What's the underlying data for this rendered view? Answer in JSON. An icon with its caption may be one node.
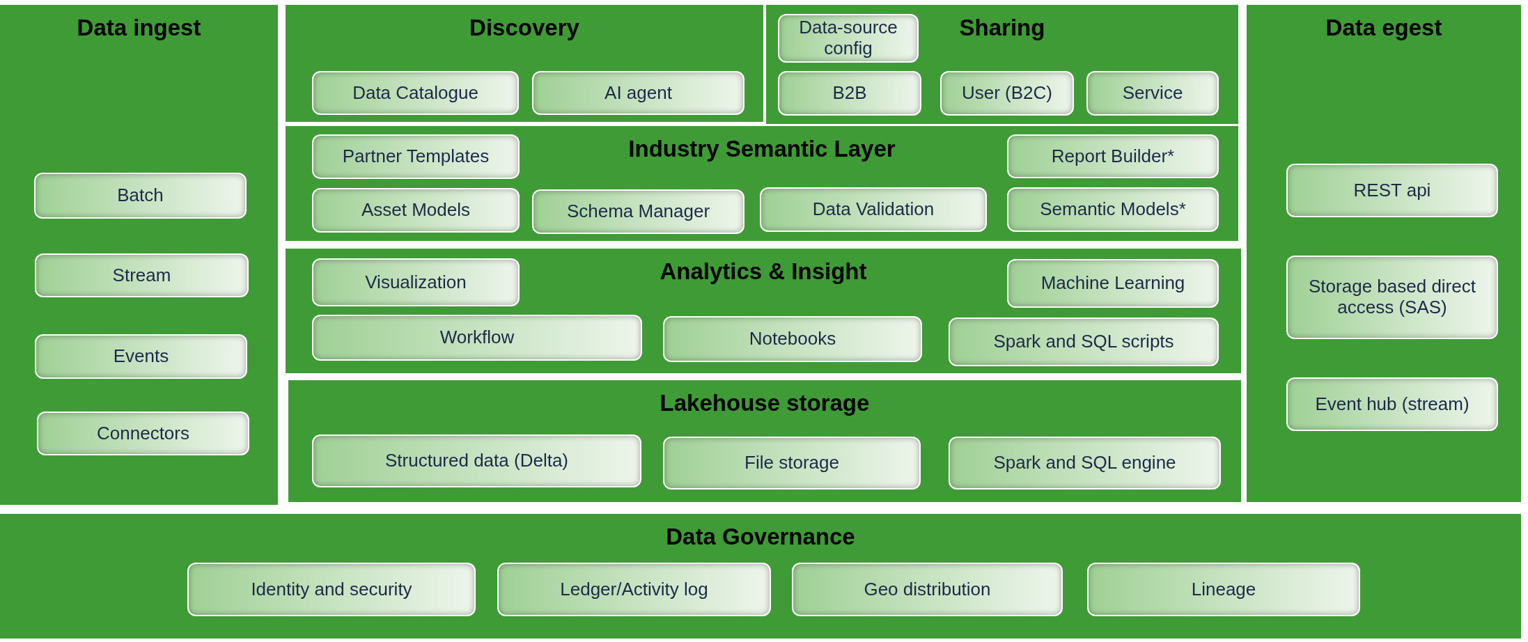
{
  "diagram": {
    "nodes": [
      {
        "text": [
          "Data ingest"
        ]
      },
      {
        "text": [
          "Batch"
        ],
        "in": 0
      },
      {
        "text": [
          "Stream"
        ],
        "in": 0
      },
      {
        "text": [
          "Events"
        ],
        "in": 0
      },
      {
        "text": [
          "Connectors"
        ],
        "in": 0
      },
      {
        "text": [
          "Discovery"
        ]
      },
      {
        "text": [
          "Data Catalogue"
        ],
        "in": 5
      },
      {
        "text": [
          "AI agent"
        ],
        "in": 5
      },
      {
        "text": [
          "Sharing"
        ]
      },
      {
        "text": [
          "Data-source config"
        ],
        "in": 8
      },
      {
        "text": [
          "B2B"
        ],
        "in": 8
      },
      {
        "text": [
          "User (B2C)"
        ],
        "in": 8
      },
      {
        "text": [
          "Service"
        ],
        "in": 8
      },
      {
        "text": [
          "Industry Semantic Layer"
        ]
      },
      {
        "text": [
          "Partner Templates"
        ],
        "in": 13
      },
      {
        "text": [
          "Asset Models"
        ],
        "in": 13
      },
      {
        "text": [
          "Schema Manager"
        ],
        "in": 13
      },
      {
        "text": [
          "Data Validation"
        ],
        "in": 13
      },
      {
        "text": [
          "Report Builder*"
        ],
        "in": 13
      },
      {
        "text": [
          "Semantic Models*"
        ],
        "in": 13
      },
      {
        "text": [
          "Analytics & Insight"
        ]
      },
      {
        "text": [
          "Visualization"
        ],
        "in": 20
      },
      {
        "text": [
          "Machine Learning"
        ],
        "in": 20
      },
      {
        "text": [
          "Workflow"
        ],
        "in": 20
      },
      {
        "text": [
          "Notebooks"
        ],
        "in": 20
      },
      {
        "text": [
          "Spark and SQL scripts"
        ],
        "in": 20
      },
      {
        "text": [
          "Lakehouse storage"
        ]
      },
      {
        "text": [
          "Structured data (Delta)"
        ],
        "in": 26
      },
      {
        "text": [
          "File storage"
        ],
        "in": 26
      },
      {
        "text": [
          "Spark and SQL engine"
        ],
        "in": 26
      },
      {
        "text": [
          "Data egest"
        ]
      },
      {
        "text": [
          "REST api"
        ],
        "in": 30
      },
      {
        "text": [
          "Storage based direct access (SAS)"
        ],
        "in": 30
      },
      {
        "text": [
          "Event hub (stream)"
        ],
        "in": 30
      },
      {
        "text": [
          "Data Governance"
        ]
      },
      {
        "text": [
          "Identity and security"
        ],
        "in": 34
      },
      {
        "text": [
          "Ledger/Activity log"
        ],
        "in": 34
      },
      {
        "text": [
          "Geo distribution"
        ],
        "in": 34
      },
      {
        "text": [
          "Lineage"
        ],
        "in": 34
      }
    ],
    "edges": []
  }
}
